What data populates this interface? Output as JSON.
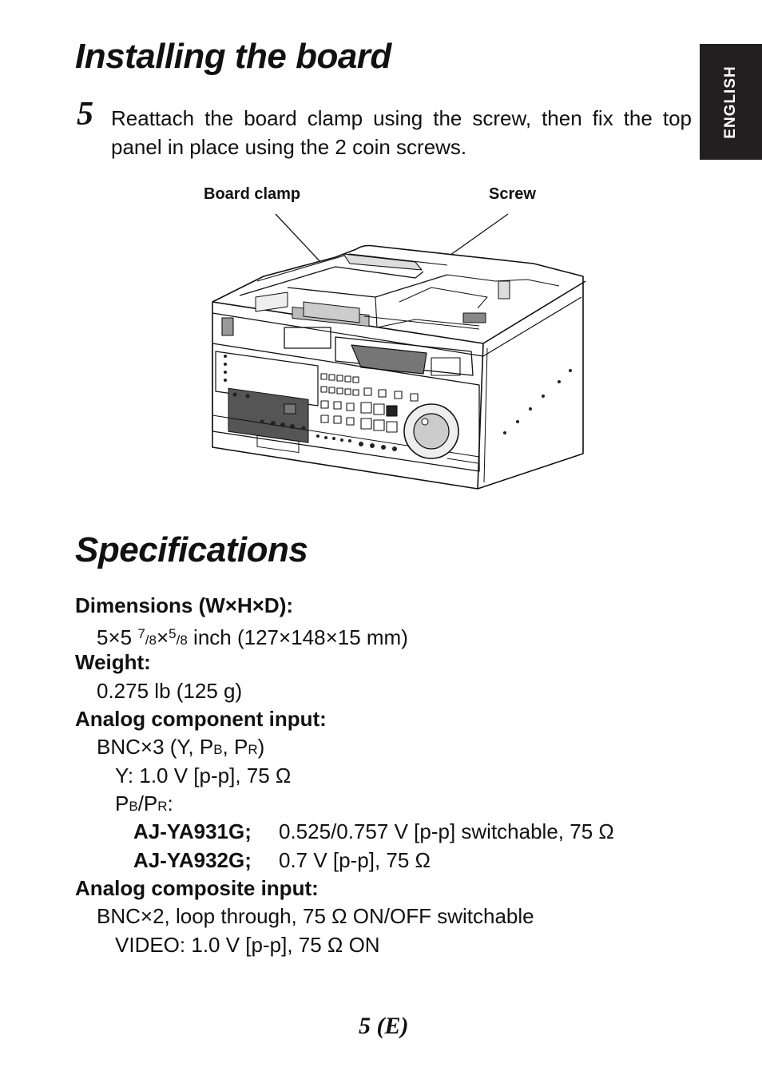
{
  "section1": {
    "title": "Installing the board",
    "step_number": "5",
    "step_text": "Reattach the board clamp using the screw, then fix the top panel in place using the 2 coin screws."
  },
  "language_tab": "ENGLISH",
  "figure": {
    "callout_board_clamp": "Board clamp",
    "callout_screw": "Screw"
  },
  "section2": {
    "title": "Specifications",
    "dimensions": {
      "label": "Dimensions (W×H×D):",
      "value_a": "5×5 ",
      "frac1_num": "7",
      "frac1_den": "/8",
      "times": "×",
      "frac2_num": "5",
      "frac2_den": "/8",
      "value_b": " inch (127×148×15 mm)"
    },
    "weight": {
      "label": "Weight:",
      "value": "0.275 lb (125 g)"
    },
    "analog_component": {
      "label": "Analog component input:",
      "bnc_prefix": "BNC×3 (Y, P",
      "bnc_b": "B",
      "bnc_mid": ", P",
      "bnc_r": "R",
      "bnc_suffix": ")",
      "y_spec": "Y: 1.0 V [p-p], 75 Ω",
      "pbpr_p1": "P",
      "pbpr_b": "B",
      "pbpr_p2": "/P",
      "pbpr_r": "R",
      "pbpr_colon": ":",
      "models": [
        {
          "name": "AJ-YA931G;",
          "spec": "0.525/0.757 V [p-p] switchable, 75 Ω"
        },
        {
          "name": "AJ-YA932G;",
          "spec": "0.7 V [p-p], 75 Ω"
        }
      ]
    },
    "analog_composite": {
      "label": "Analog composite input:",
      "bnc": "BNC×2, loop through, 75 Ω ON/OFF switchable",
      "video": "VIDEO: 1.0 V [p-p], 75 Ω ON"
    }
  },
  "footer": {
    "page_number": "5 (E)"
  }
}
